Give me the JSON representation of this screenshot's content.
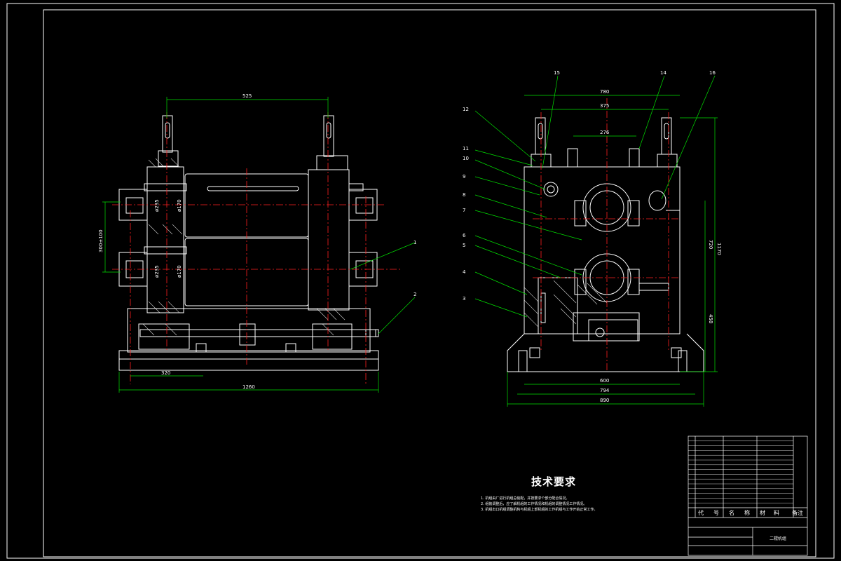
{
  "drawing": {
    "title": "二辊机组",
    "tech_requirements_title": "技术要求",
    "tech_requirements": [
      "1. 机组由厂进行机组总装配，并按要求个部分配合情况。",
      "2. 组装调整后，应了解机组的工作情况和机组的调整情况工作情况。",
      "3. 机组出口机组调整机构与机组上部机组的工作机组与工作开始正常工作。"
    ]
  },
  "front_view": {
    "width_top": "525",
    "width_base": "1260",
    "base_dim": "320",
    "height_dim": "300±100",
    "upper_roll_dims": [
      "ø235",
      "ø170"
    ],
    "lower_roll_dims": [
      "ø235",
      "ø170"
    ],
    "callouts": [
      "1",
      "2"
    ]
  },
  "side_view": {
    "dims": [
      "780",
      "375",
      "276",
      "600",
      "794",
      "890",
      "720",
      "1170",
      "458"
    ],
    "callouts": [
      "15",
      "14",
      "16",
      "12",
      "11",
      "10",
      "9",
      "8",
      "7",
      "6",
      "5",
      "4",
      "3"
    ]
  },
  "title_block": {
    "header_labels": [
      "代",
      "号",
      "名",
      "称",
      "材",
      "料",
      "备注"
    ]
  }
}
